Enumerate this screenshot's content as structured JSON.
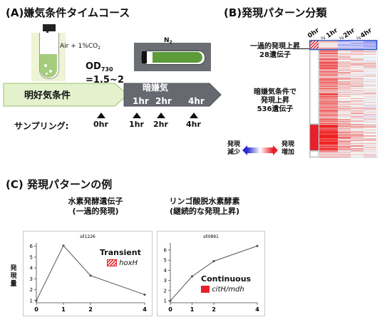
{
  "panel_a": {
    "title": "(A)嫌気条件タイムコース",
    "tube_label": "Air + 1%CO",
    "tube_label_sub": "2",
    "vessel_label": "N",
    "vessel_label_sub": "2",
    "od_label": "OD",
    "od_sub": "730",
    "od_value": "=1.5~2",
    "light_phase": "明好気条件",
    "dark_phase": "暗嫌気",
    "dark_times": [
      "1hr",
      "2hr",
      "4hr"
    ],
    "sampling_label": "サンプリング:",
    "sampling_times": [
      "0hr",
      "1hr",
      "2hr",
      "4hr"
    ],
    "colors": {
      "light_arrow": "#e3f1cd",
      "light_arrow_edge": "#9cc16e",
      "dark_arrow": "#666a70",
      "culture": "#5b9b3a",
      "tube_bg": "#eef4d4"
    }
  },
  "panel_b": {
    "title": "(B)発現パターン分類",
    "col_labels": [
      "0hr",
      "vs",
      "1hr",
      "vs",
      "2hr",
      "vs",
      "4hr"
    ],
    "group1_line1": "一過的発現上昇",
    "group1_line2": "28遺伝子",
    "group2_line1": "暗嫌気条件で",
    "group2_line2": "発現上昇",
    "group2_line3": "536遺伝子",
    "legend_low_1": "発現",
    "legend_low_2": "減少",
    "legend_high_1": "発現",
    "legend_high_2": "増加",
    "colors": {
      "up": "#e8202a",
      "down": "#3b3bd6",
      "box_edge": "#2a5fc4"
    }
  },
  "panel_c": {
    "title": "(C) 発現パターンの例",
    "left_caption_1": "水素発酵遺伝子",
    "left_caption_2": "(一過的発現)",
    "right_caption_1": "リンゴ酸脱水素酵素",
    "right_caption_2": "(継続的な発現上昇)",
    "ylabel": "発現量",
    "legend_transient": "Transient",
    "legend_transient_gene": "hoxH",
    "legend_continuous": "Continuous",
    "legend_continuous_gene": "citH/mdh"
  },
  "chart_data": [
    {
      "type": "line",
      "title": "sll1226",
      "x": [
        0,
        1,
        2,
        4
      ],
      "y": [
        1.0,
        6.05,
        3.3,
        1.55
      ],
      "xticks": [
        "0",
        "1",
        "2",
        "4"
      ],
      "yticks": [
        "1",
        "2",
        "3",
        "4",
        "5",
        "6"
      ],
      "ylim": [
        0.8,
        6.3
      ],
      "xlim": [
        0,
        4
      ],
      "ylabel": "発現量"
    },
    {
      "type": "line",
      "title": "sll0891",
      "x": [
        0,
        1,
        2,
        4
      ],
      "y": [
        1.0,
        3.4,
        4.9,
        6.4
      ],
      "xticks": [
        "0",
        "1",
        "2",
        "4"
      ],
      "yticks": [
        "1",
        "2",
        "3",
        "4",
        "5",
        "6"
      ],
      "ylim": [
        0.8,
        6.7
      ],
      "xlim": [
        0,
        4
      ]
    }
  ]
}
